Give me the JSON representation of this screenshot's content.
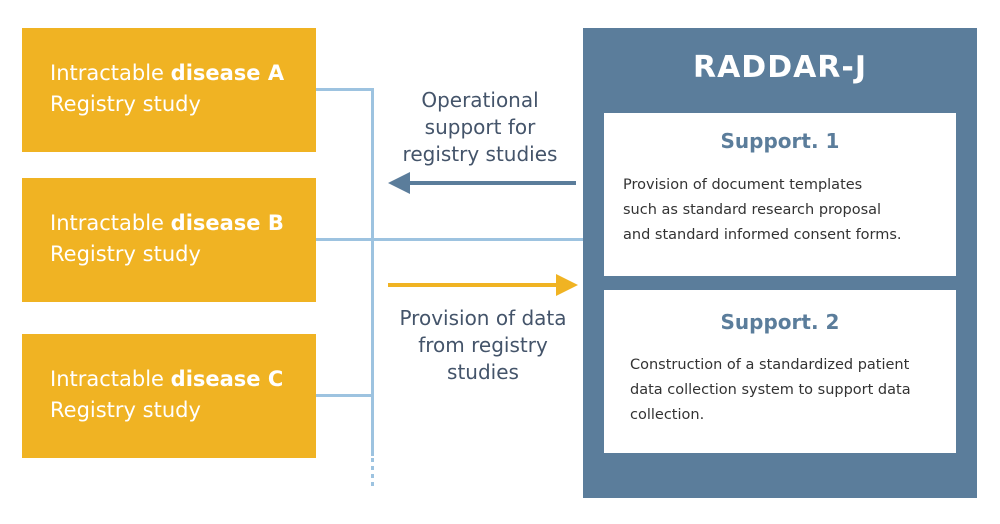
{
  "studies": [
    {
      "prefix": "Intractable ",
      "bold": "disease A",
      "line2": "Registry study"
    },
    {
      "prefix": "Intractable ",
      "bold": "disease B",
      "line2": "Registry study"
    },
    {
      "prefix": "Intractable ",
      "bold": "disease C",
      "line2": "Registry study"
    }
  ],
  "flows": {
    "operational": {
      "lines": [
        "Operational",
        "support for",
        "registry studies"
      ],
      "color": "#5b7d9b"
    },
    "data": {
      "lines": [
        "Provision of data",
        "from registry",
        "studies"
      ],
      "color": "#f0b323"
    }
  },
  "raddar": {
    "title": "RADDAR-J",
    "supports": [
      {
        "title": "Support. 1",
        "lines": [
          "Provision of document templates",
          "such as standard research proposal",
          "and standard informed consent forms."
        ]
      },
      {
        "title": "Support. 2",
        "lines": [
          "Construction of a standardized patient",
          "data collection system to support data",
          "collection."
        ]
      }
    ]
  },
  "colors": {
    "study_fill": "#f0b323",
    "raddar_fill": "#5b7d9b",
    "connector": "#9dc3e0",
    "text_dark": "#44546a"
  }
}
